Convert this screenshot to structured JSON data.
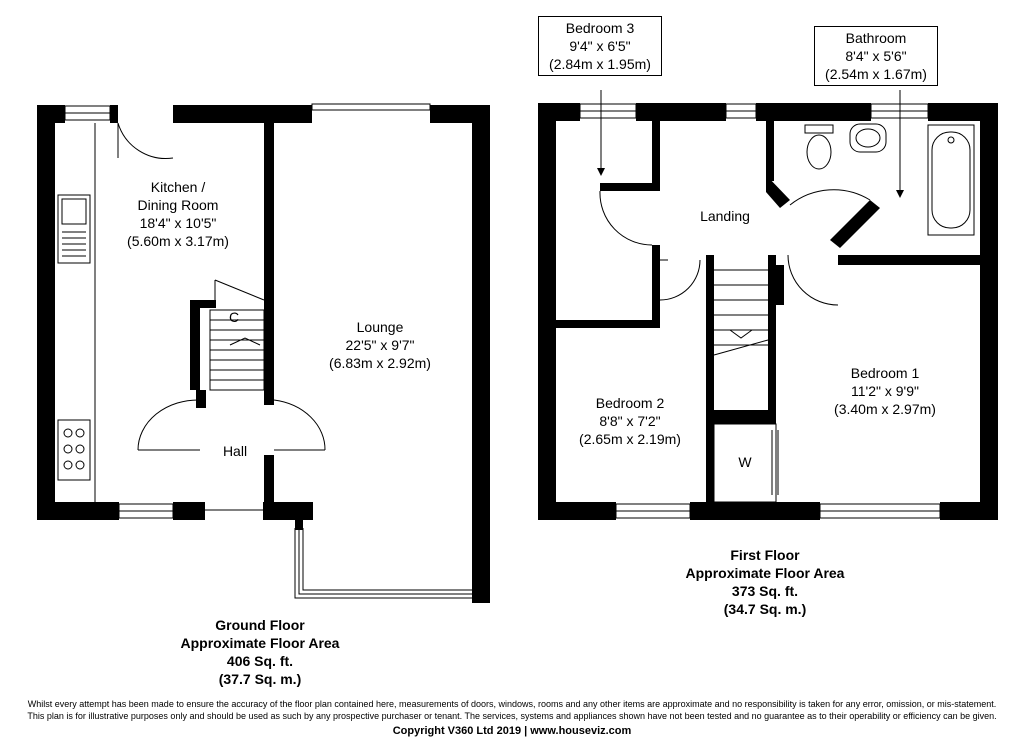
{
  "ground_floor": {
    "rooms": {
      "kitchen": {
        "name_line1": "Kitchen /",
        "name_line2": "Dining Room",
        "imperial": "18'4\" x 10'5\"",
        "metric": "(5.60m x 3.17m)"
      },
      "lounge": {
        "name": "Lounge",
        "imperial": "22'5\" x 9'7\"",
        "metric": "(6.83m x 2.92m)"
      },
      "hall": {
        "name": "Hall"
      },
      "cupboard": {
        "name": "C"
      }
    },
    "area": {
      "title": "Ground Floor",
      "subtitle": "Approximate Floor Area",
      "sqft": "406 Sq. ft.",
      "sqm": "(37.7 Sq. m.)"
    }
  },
  "first_floor": {
    "rooms": {
      "bedroom3": {
        "name": "Bedroom 3",
        "imperial": "9'4\" x 6'5\"",
        "metric": "(2.84m x 1.95m)"
      },
      "bathroom": {
        "name": "Bathroom",
        "imperial": "8'4\" x 5'6\"",
        "metric": "(2.54m x 1.67m)"
      },
      "landing": {
        "name": "Landing"
      },
      "bedroom1": {
        "name": "Bedroom 1",
        "imperial": "11'2\" x 9'9\"",
        "metric": "(3.40m x 2.97m)"
      },
      "bedroom2": {
        "name": "Bedroom 2",
        "imperial": "8'8\" x 7'2\"",
        "metric": "(2.65m x 2.19m)"
      },
      "wardrobe": {
        "name": "W"
      }
    },
    "area": {
      "title": "First Floor",
      "subtitle": "Approximate Floor Area",
      "sqft": "373 Sq. ft.",
      "sqm": "(34.7 Sq. m.)"
    }
  },
  "disclaimer": {
    "line1": "Whilst every attempt has been made to ensure the accuracy of the floor plan contained here, measurements of doors, windows, rooms and any other items are approximate and no responsibility is taken for any error, omission, or mis-statement.",
    "line2": "This plan is for illustrative purposes only and should be used as such by any prospective purchaser or tenant. The services, systems and appliances shown have not been tested and no guarantee as to their operability or efficiency can be given.",
    "copyright": "Copyright V360 Ltd 2019 | www.houseviz.com"
  }
}
